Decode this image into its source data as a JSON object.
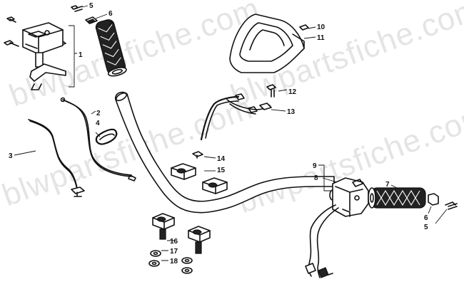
{
  "watermark_text": "blwpartsfiche.com",
  "callouts": [
    {
      "id": "c1",
      "label": "1"
    },
    {
      "id": "c2",
      "label": "2"
    },
    {
      "id": "c3",
      "label": "3"
    },
    {
      "id": "c4",
      "label": "4"
    },
    {
      "id": "c5a",
      "label": "5"
    },
    {
      "id": "c6a",
      "label": "6"
    },
    {
      "id": "c7a",
      "label": "7"
    },
    {
      "id": "c8",
      "label": "8"
    },
    {
      "id": "c9",
      "label": "9"
    },
    {
      "id": "c10",
      "label": "10"
    },
    {
      "id": "c11",
      "label": "11"
    },
    {
      "id": "c12",
      "label": "12"
    },
    {
      "id": "c13",
      "label": "13"
    },
    {
      "id": "c14",
      "label": "14"
    },
    {
      "id": "c15",
      "label": "15"
    },
    {
      "id": "c16",
      "label": "16"
    },
    {
      "id": "c17",
      "label": "17"
    },
    {
      "id": "c18",
      "label": "18"
    },
    {
      "id": "c7b",
      "label": "7"
    },
    {
      "id": "c6b",
      "label": "6"
    },
    {
      "id": "c5b",
      "label": "5"
    }
  ]
}
